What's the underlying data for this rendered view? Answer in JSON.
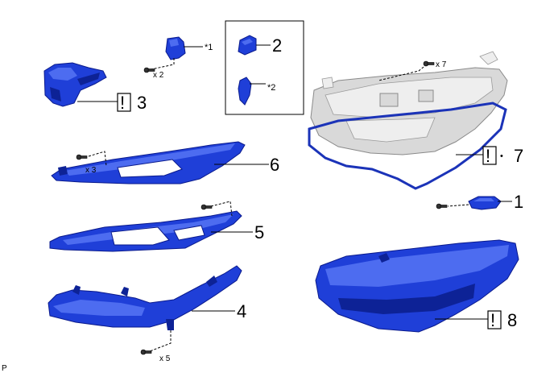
{
  "callouts": {
    "c1": "1",
    "c2": "2",
    "c3": "3",
    "c4": "4",
    "c5": "5",
    "c6": "6",
    "c7": "7",
    "c8": "8"
  },
  "notes": {
    "star1": "*1",
    "star2": "*2",
    "bullet": "•"
  },
  "quantities": {
    "x2": "x 2",
    "x3": "x 3",
    "x5": "x 5",
    "x7": "x 7"
  },
  "warning_mark": "!",
  "footer_code": "P"
}
